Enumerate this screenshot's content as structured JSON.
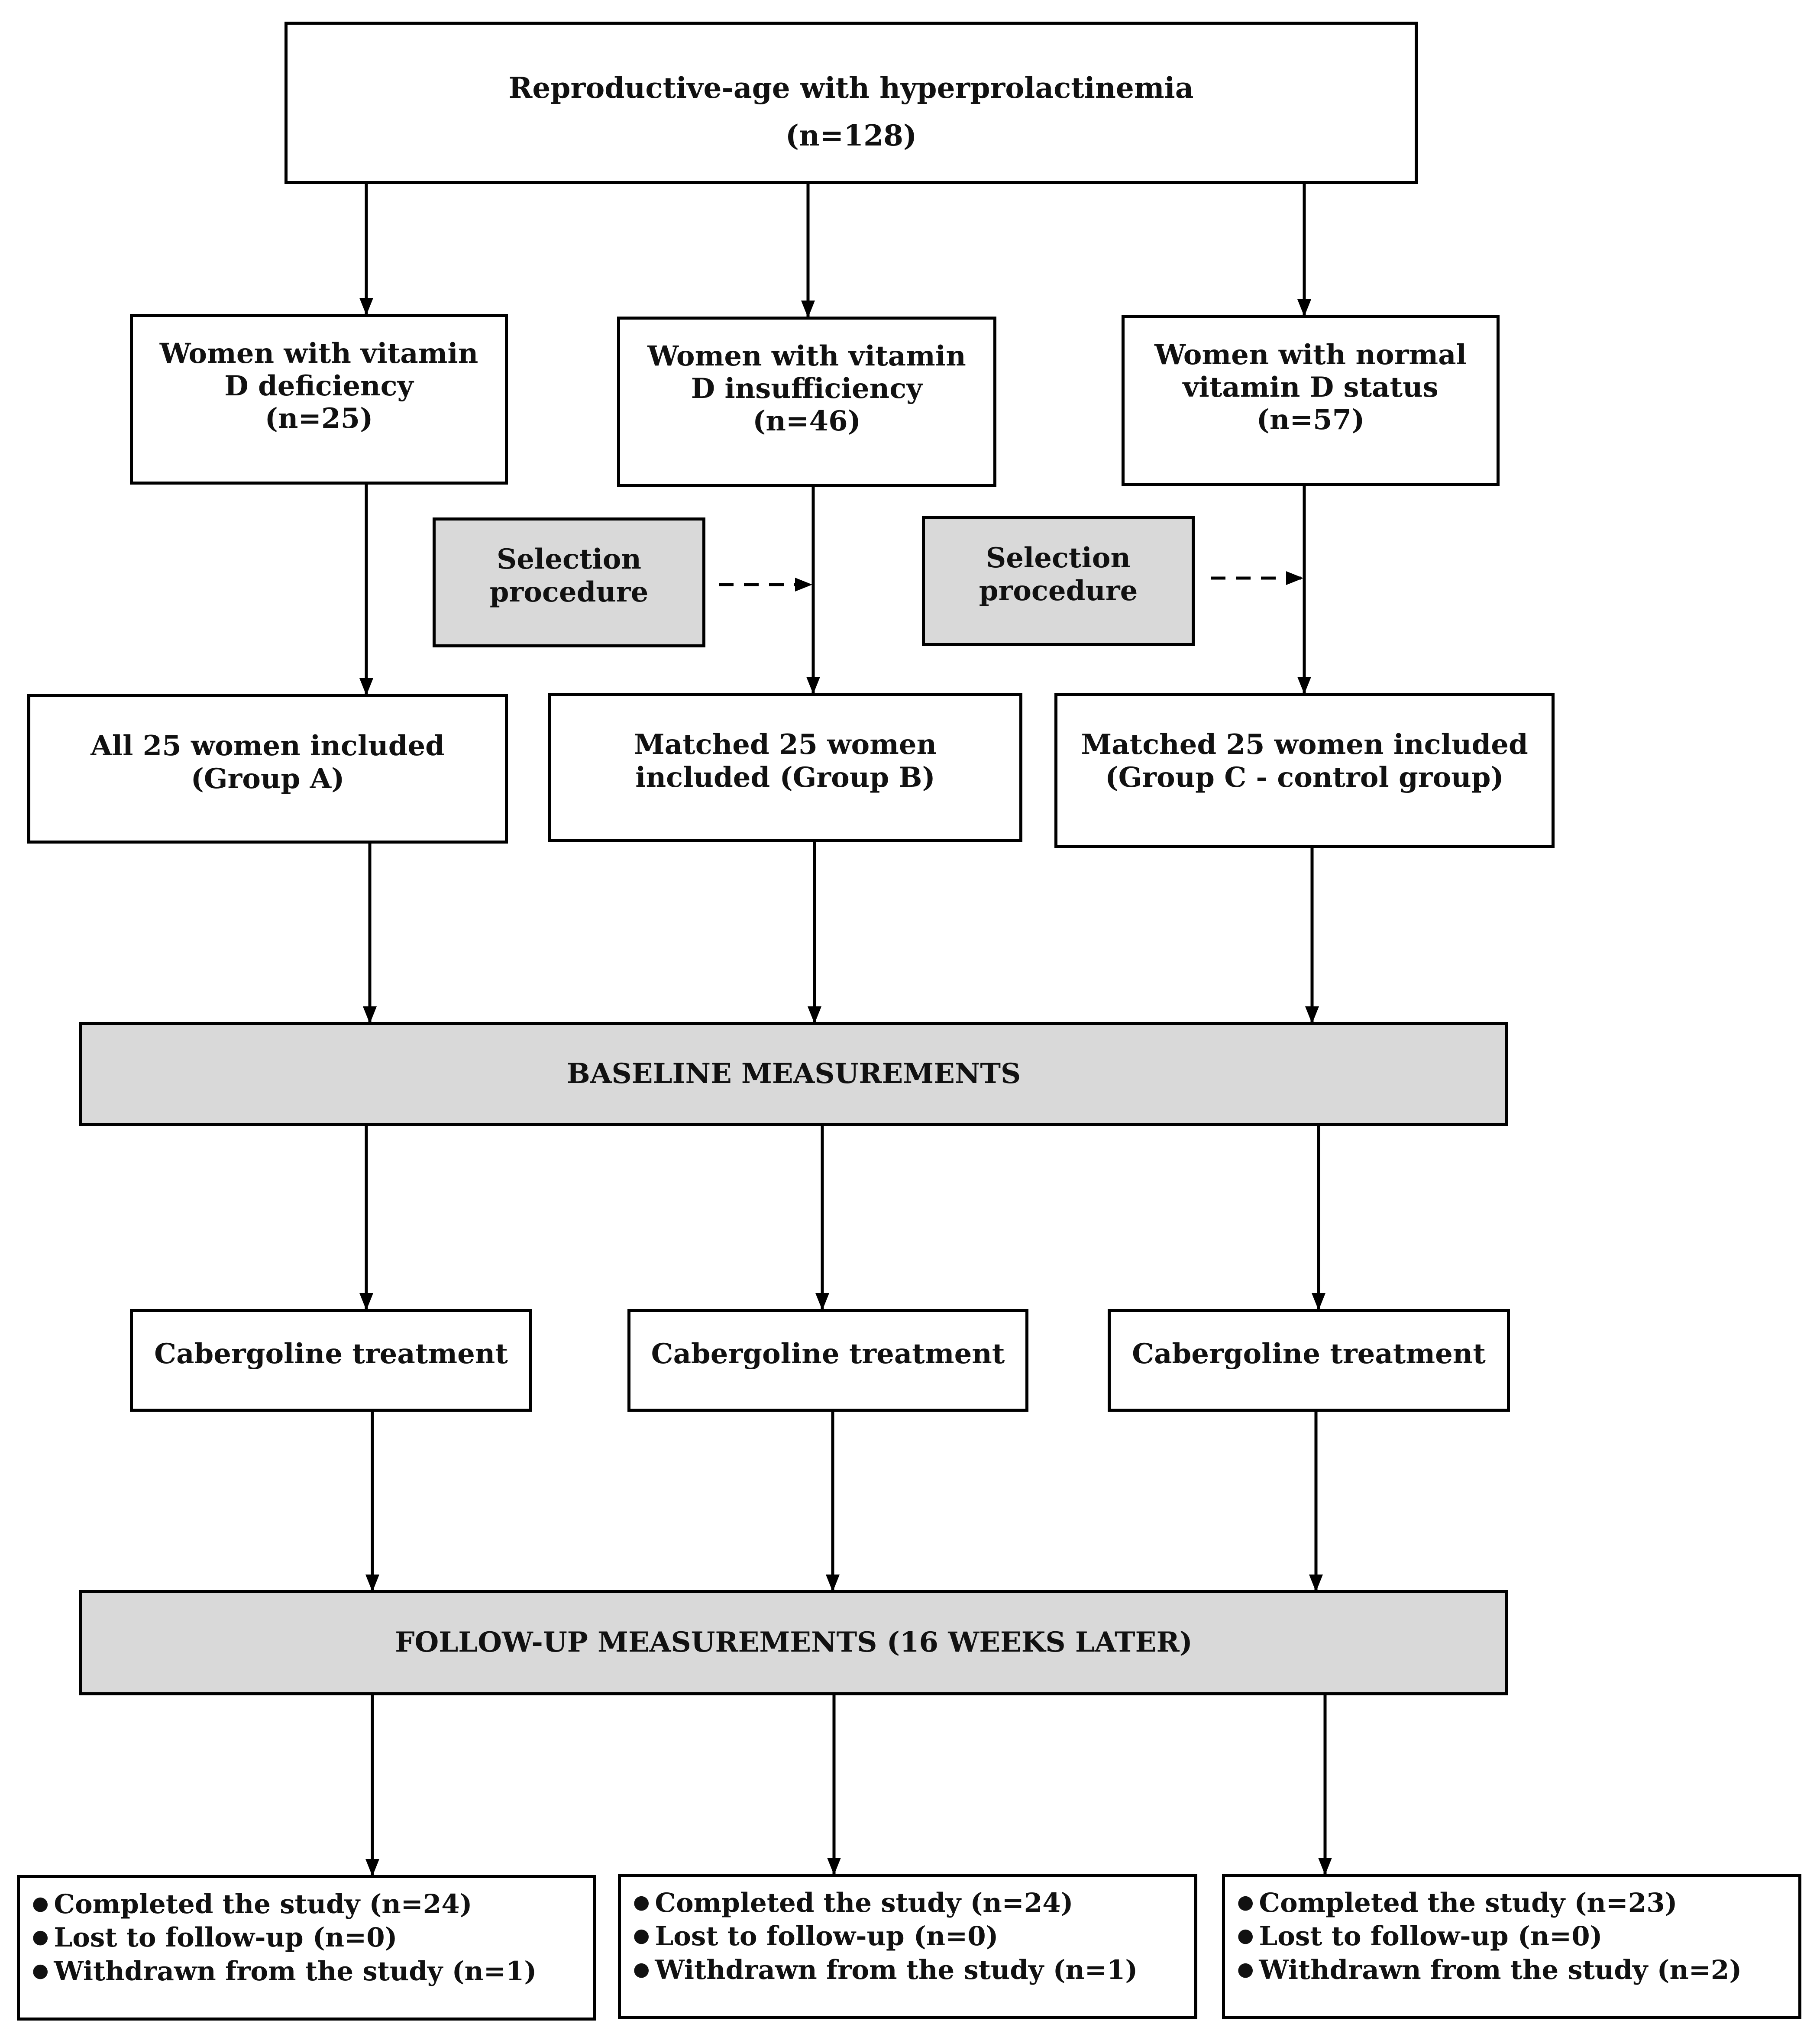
{
  "top": {
    "title": "Reproductive-age with hyperprolactinemia",
    "count": "(n=128)"
  },
  "groups": [
    {
      "status_lines": [
        "Women with vitamin",
        "D deficiency",
        "(n=25)"
      ],
      "included_lines": [
        "All 25 women included",
        "(Group A)"
      ],
      "treatment": "Cabergoline treatment",
      "outcomes": [
        "Completed the study (n=24)",
        "Lost to follow-up (n=0)",
        "Withdrawn from the study (n=1)"
      ]
    },
    {
      "status_lines": [
        "Women with vitamin",
        "D insufficiency",
        "(n=46)"
      ],
      "included_lines": [
        "Matched 25 women",
        "included (Group B)"
      ],
      "treatment": "Cabergoline treatment",
      "outcomes": [
        "Completed the study (n=24)",
        "Lost to follow-up (n=0)",
        "Withdrawn from the study (n=1)"
      ]
    },
    {
      "status_lines": [
        "Women with normal",
        "vitamin D status",
        "(n=57)"
      ],
      "included_lines": [
        "Matched 25 women included",
        "(Group C - control group)"
      ],
      "treatment": "Cabergoline treatment",
      "outcomes": [
        "Completed the study (n=23)",
        "Lost to follow-up (n=0)",
        "Withdrawn from the study (n=2)"
      ]
    }
  ],
  "selection": [
    {
      "lines": [
        "Selection",
        "procedure"
      ]
    },
    {
      "lines": [
        "Selection",
        "procedure"
      ]
    }
  ],
  "baseline": "BASELINE MEASUREMENTS",
  "followup": "FOLLOW-UP MEASUREMENTS (16 WEEKS LATER)",
  "colors": {
    "box_gray": "#d9d9d9",
    "line": "#000000"
  }
}
